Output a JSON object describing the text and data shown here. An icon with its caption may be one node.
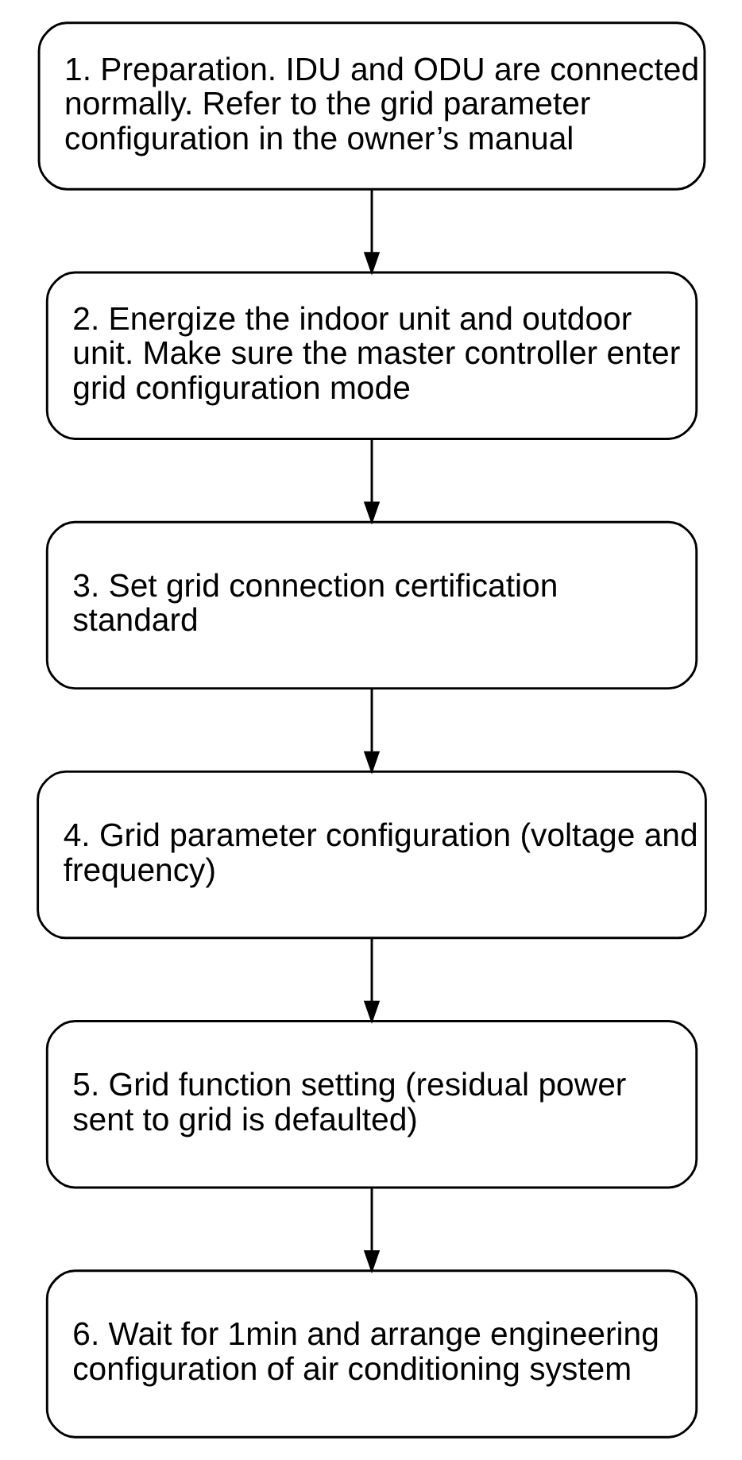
{
  "diagram": {
    "nodes": [
      {
        "text": [
          "1. Preparation. IDU and ODU are connected normally. Refer to the grid parameter configuration in the owner’s manual"
        ]
      },
      {
        "text": [
          "2. Energize the indoor unit and outdoor unit. Make sure the master controller enter grid configuration mode"
        ]
      },
      {
        "text": [
          "3. Set grid connection certification standard"
        ]
      },
      {
        "text": [
          "4. Grid parameter configuration (voltage and frequency)"
        ]
      },
      {
        "text": [
          "5. Grid function setting (residual power sent to grid is defaulted)"
        ]
      },
      {
        "text": [
          "6. Wait for 1min and arrange engineering configuration of air conditioning system"
        ]
      }
    ],
    "edges": [
      {
        "from": 0,
        "to": 1,
        "arrow": "to"
      },
      {
        "from": 1,
        "to": 2,
        "arrow": "to"
      },
      {
        "from": 2,
        "to": 3,
        "arrow": "to"
      },
      {
        "from": 3,
        "to": 4,
        "arrow": "to"
      },
      {
        "from": 4,
        "to": 5,
        "arrow": "to"
      }
    ]
  }
}
